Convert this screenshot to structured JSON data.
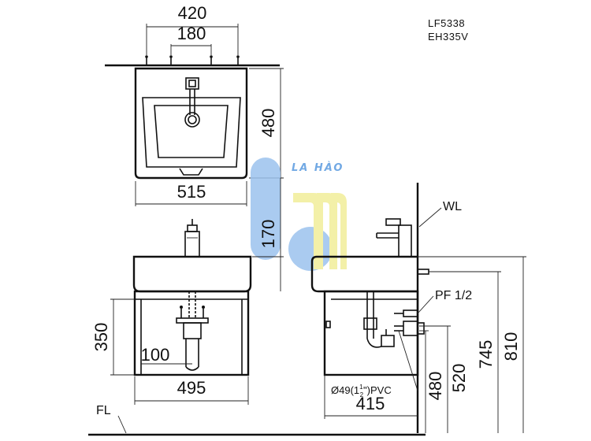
{
  "model_codes": {
    "basin": "LF5338",
    "cabinet": "EH335V"
  },
  "watermark": {
    "text": "LA HÀO"
  },
  "top_view": {
    "overall_width": "420",
    "tap_spacing": "180",
    "depth": "480",
    "basin_width": "515"
  },
  "front_view": {
    "height_170": "170",
    "cabinet_height": "350",
    "drain_offset": "100",
    "cabinet_width": "495"
  },
  "side_view": {
    "wall_line": "WL",
    "floor_line": "FL",
    "supply_label": "PF 1/2",
    "drain_pipe_prefix": "Ø49(1",
    "drain_pipe_num": "1",
    "drain_pipe_den": "2",
    "drain_pipe_suffix": "\")PVC",
    "depth": "415",
    "height_480": "480",
    "height_520": "520",
    "height_745": "745",
    "height_810": "810"
  }
}
